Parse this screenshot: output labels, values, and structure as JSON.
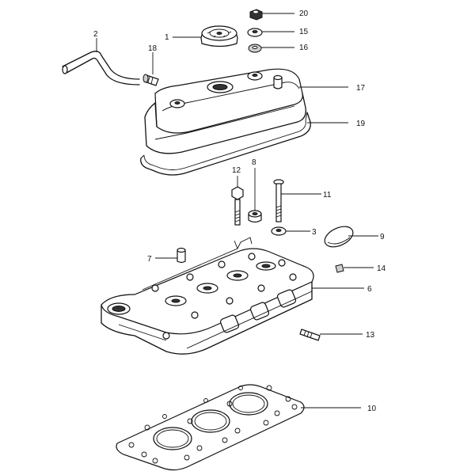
{
  "callouts": [
    {
      "n": "1"
    },
    {
      "n": "2"
    },
    {
      "n": "3"
    },
    {
      "n": "6"
    },
    {
      "n": "7"
    },
    {
      "n": "8"
    },
    {
      "n": "9"
    },
    {
      "n": "10"
    },
    {
      "n": "11"
    },
    {
      "n": "12"
    },
    {
      "n": "13"
    },
    {
      "n": "14"
    },
    {
      "n": "15"
    },
    {
      "n": "16"
    },
    {
      "n": "17"
    },
    {
      "n": "18"
    },
    {
      "n": "19"
    },
    {
      "n": "20"
    }
  ]
}
